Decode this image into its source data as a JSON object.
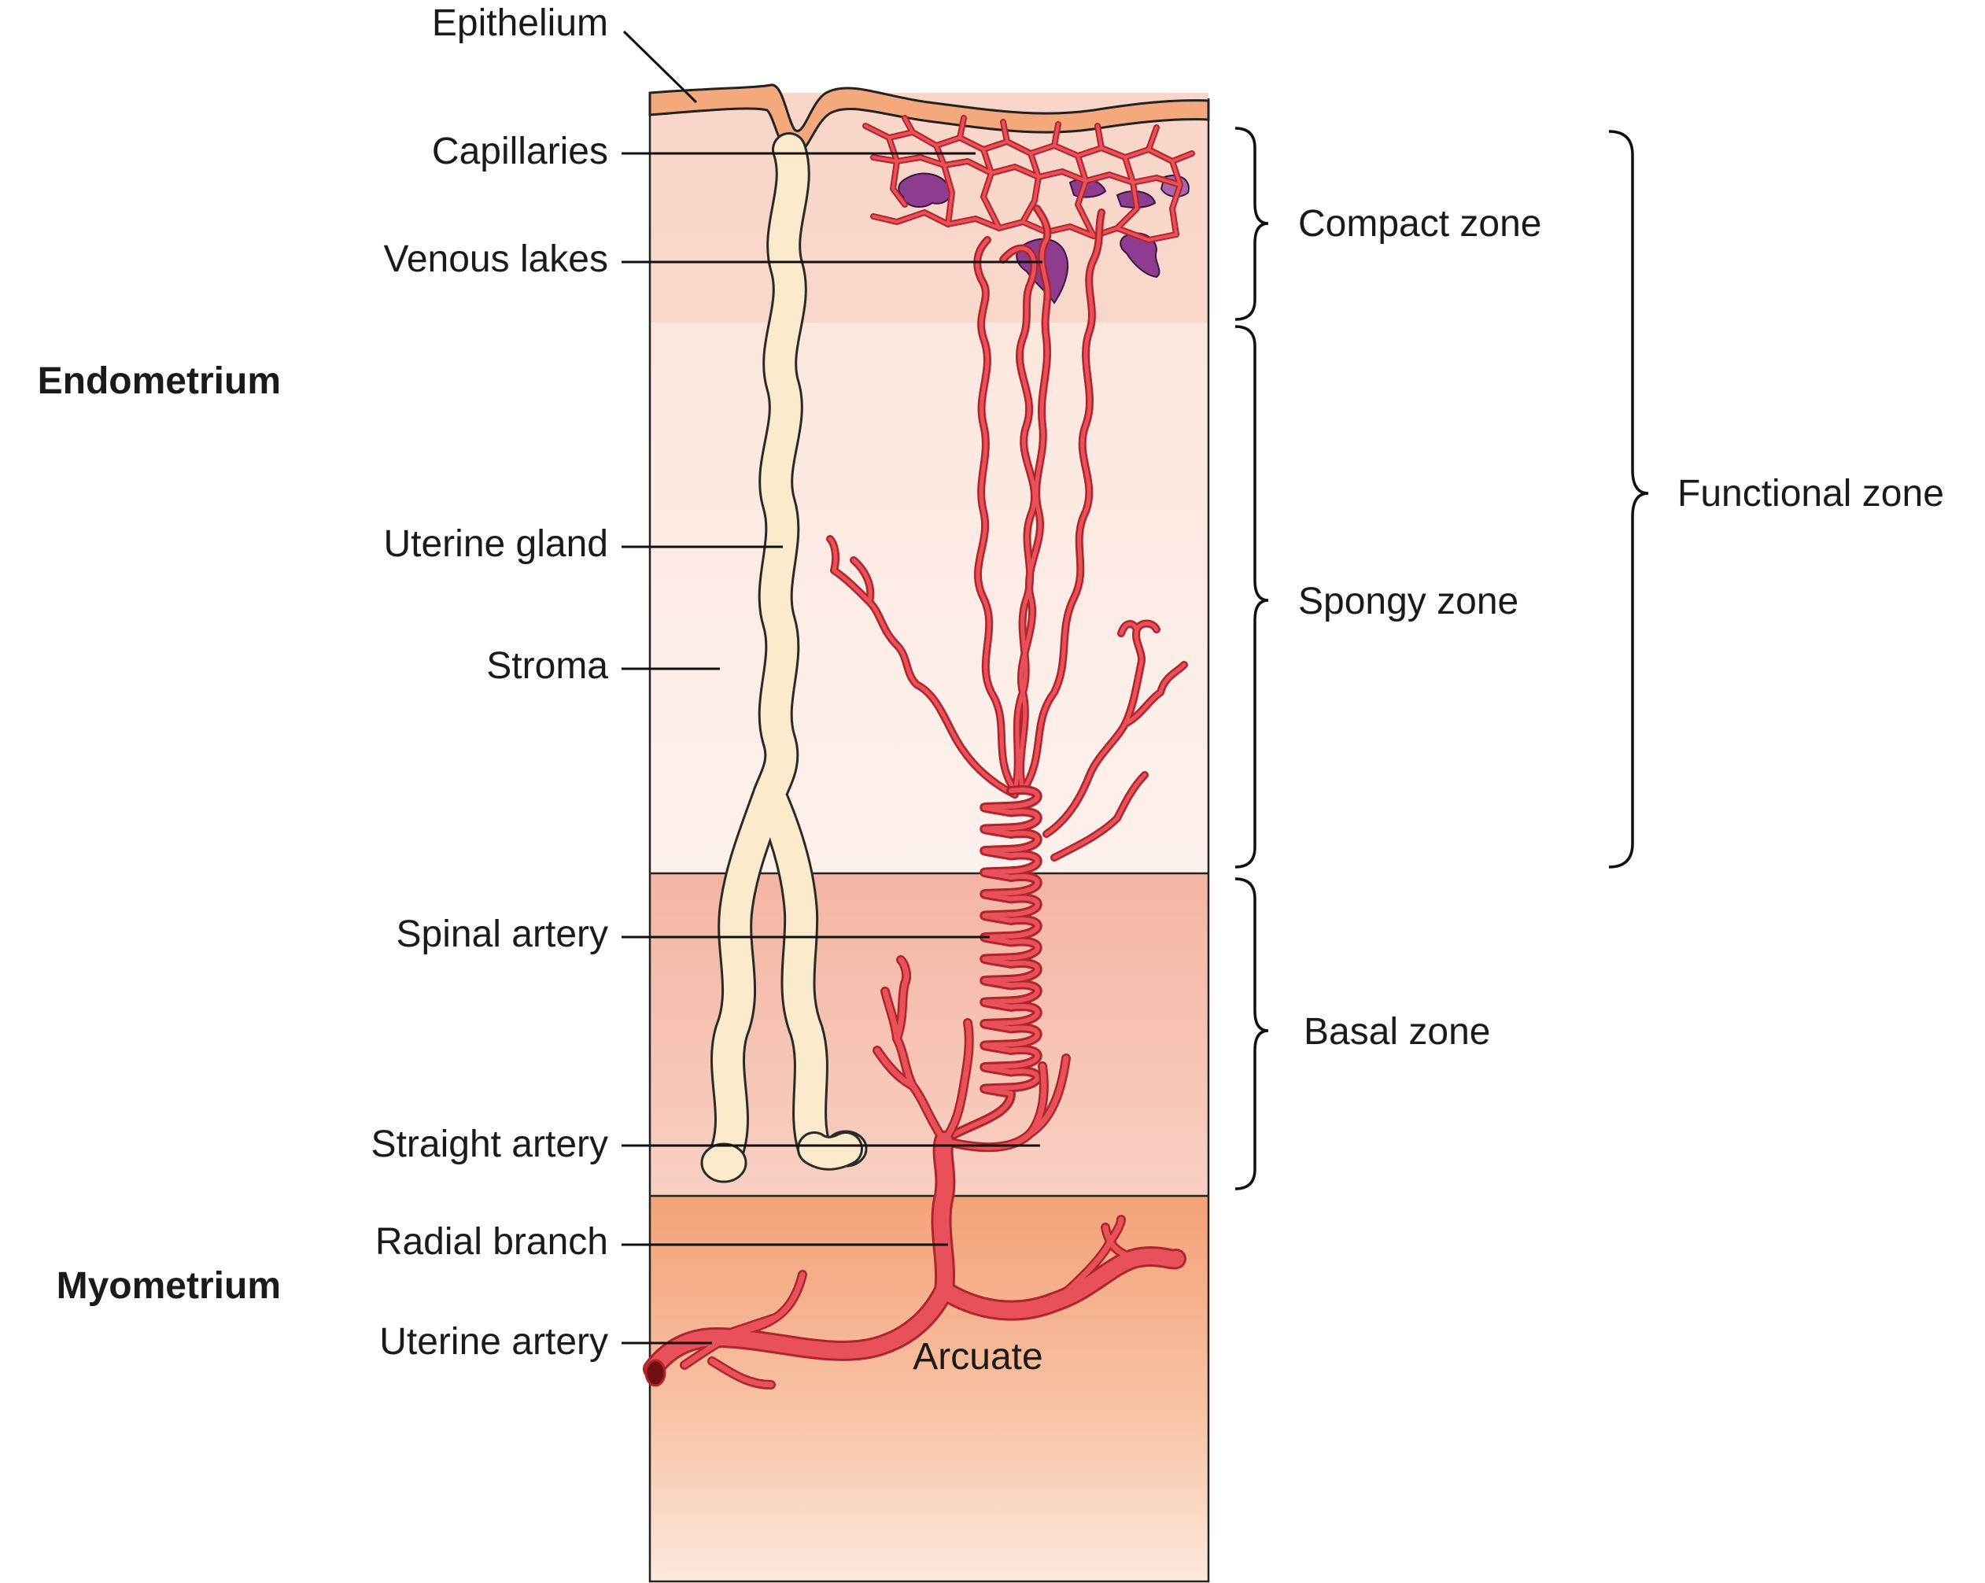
{
  "labels": {
    "epithelium": "Epithelium",
    "capillaries": "Capillaries",
    "venous_lakes": "Venous lakes",
    "uterine_gland": "Uterine gland",
    "stroma": "Stroma",
    "spinal_artery": "Spinal artery",
    "straight_artery": "Straight artery",
    "radial_branch": "Radial branch",
    "uterine_artery": "Uterine artery",
    "arcuate": "Arcuate"
  },
  "regions": {
    "endometrium": "Endometrium",
    "myometrium": "Myometrium"
  },
  "zones": {
    "compact": "Compact zone",
    "spongy": "Spongy zone",
    "basal": "Basal zone",
    "functional": "Functional zone"
  },
  "colors": {
    "epithelium": "#f4a97c",
    "compact": "#f8d2c4",
    "spongy_top": "#fbe2d8",
    "spongy_bottom": "#fdf1ec",
    "basal_top": "#f4b5a3",
    "basal_bottom": "#f8d0c3",
    "myometrium_top": "#f3a277",
    "myometrium_bottom": "#fde8dc",
    "artery": "#e8505a",
    "artery_outline": "#b0242c",
    "gland": "#fbeacc",
    "venous_lake": "#8e3c90"
  }
}
